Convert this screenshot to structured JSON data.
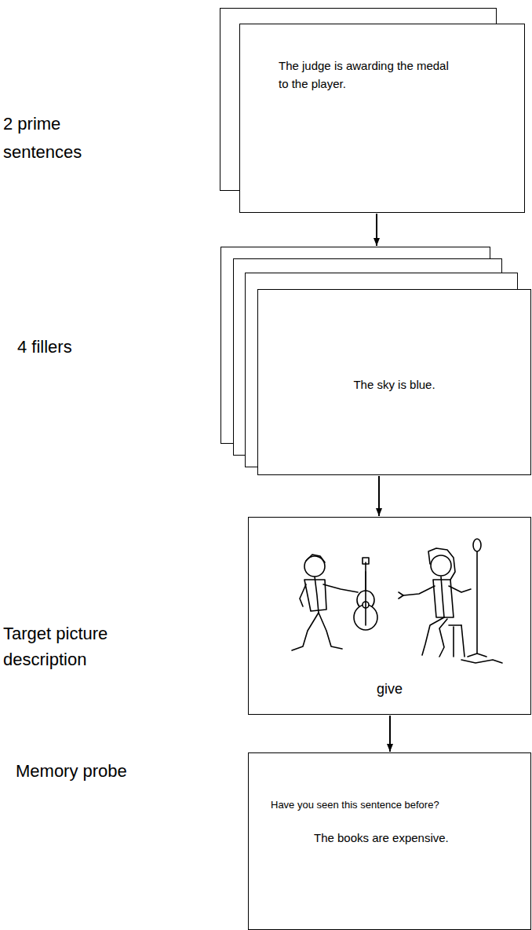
{
  "diagram": {
    "nodes": [
      {
        "text": [
          "The judge is awarding the medal to the player."
        ]
      },
      {
        "text": [
          "The sky is blue."
        ]
      },
      {
        "text": [
          "give"
        ]
      },
      {
        "text": [
          "Have you seen this sentence before?",
          "The books are expensive."
        ]
      }
    ],
    "edges": [
      {
        "from": 0,
        "to": 1,
        "arrow": "to"
      },
      {
        "from": 1,
        "to": 2,
        "arrow": "to"
      },
      {
        "from": 2,
        "to": 3,
        "arrow": "to"
      }
    ],
    "labels": [
      "2 prime sentences",
      "4 fillers",
      "Target picture description",
      "Memory probe"
    ]
  }
}
